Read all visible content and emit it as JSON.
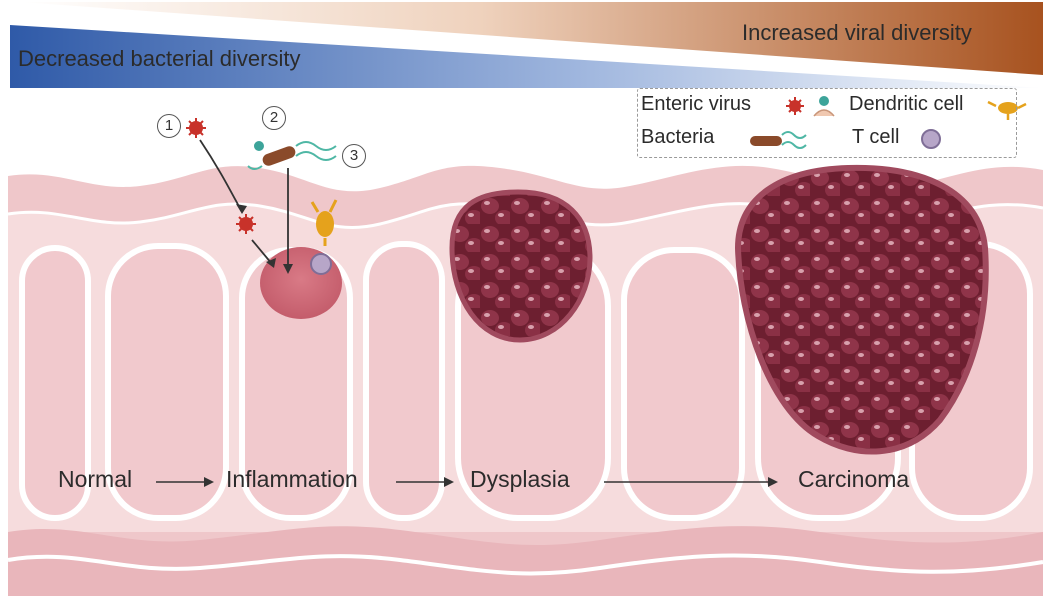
{
  "gradients": {
    "bacterial": {
      "label": "Decreased bacterial diversity",
      "color_start": "#2f5aa8",
      "color_end": "#ffffff"
    },
    "viral": {
      "label": "Increased viral diversity",
      "color_start": "#ffffff",
      "color_end": "#a7521f"
    }
  },
  "legend": {
    "enteric_virus": "Enteric virus",
    "dendritic_cell": "Dendritic cell",
    "bacteria": "Bacteria",
    "t_cell": "T cell"
  },
  "steps": [
    "1",
    "2",
    "3"
  ],
  "stages": [
    "Normal",
    "Inflammation",
    "Dysplasia",
    "Carcinoma"
  ],
  "colors": {
    "tissue": "#f2cfd2",
    "tissue_dark": "#e7b3b9",
    "tumor": "#7a2536",
    "tumor_light": "#a2455a",
    "virus": "#c8322a",
    "bacteria": "#8a4a2a",
    "flagella": "#4fb7a5",
    "dendritic": "#e5a21c",
    "tcell": "#b7a6c8"
  }
}
